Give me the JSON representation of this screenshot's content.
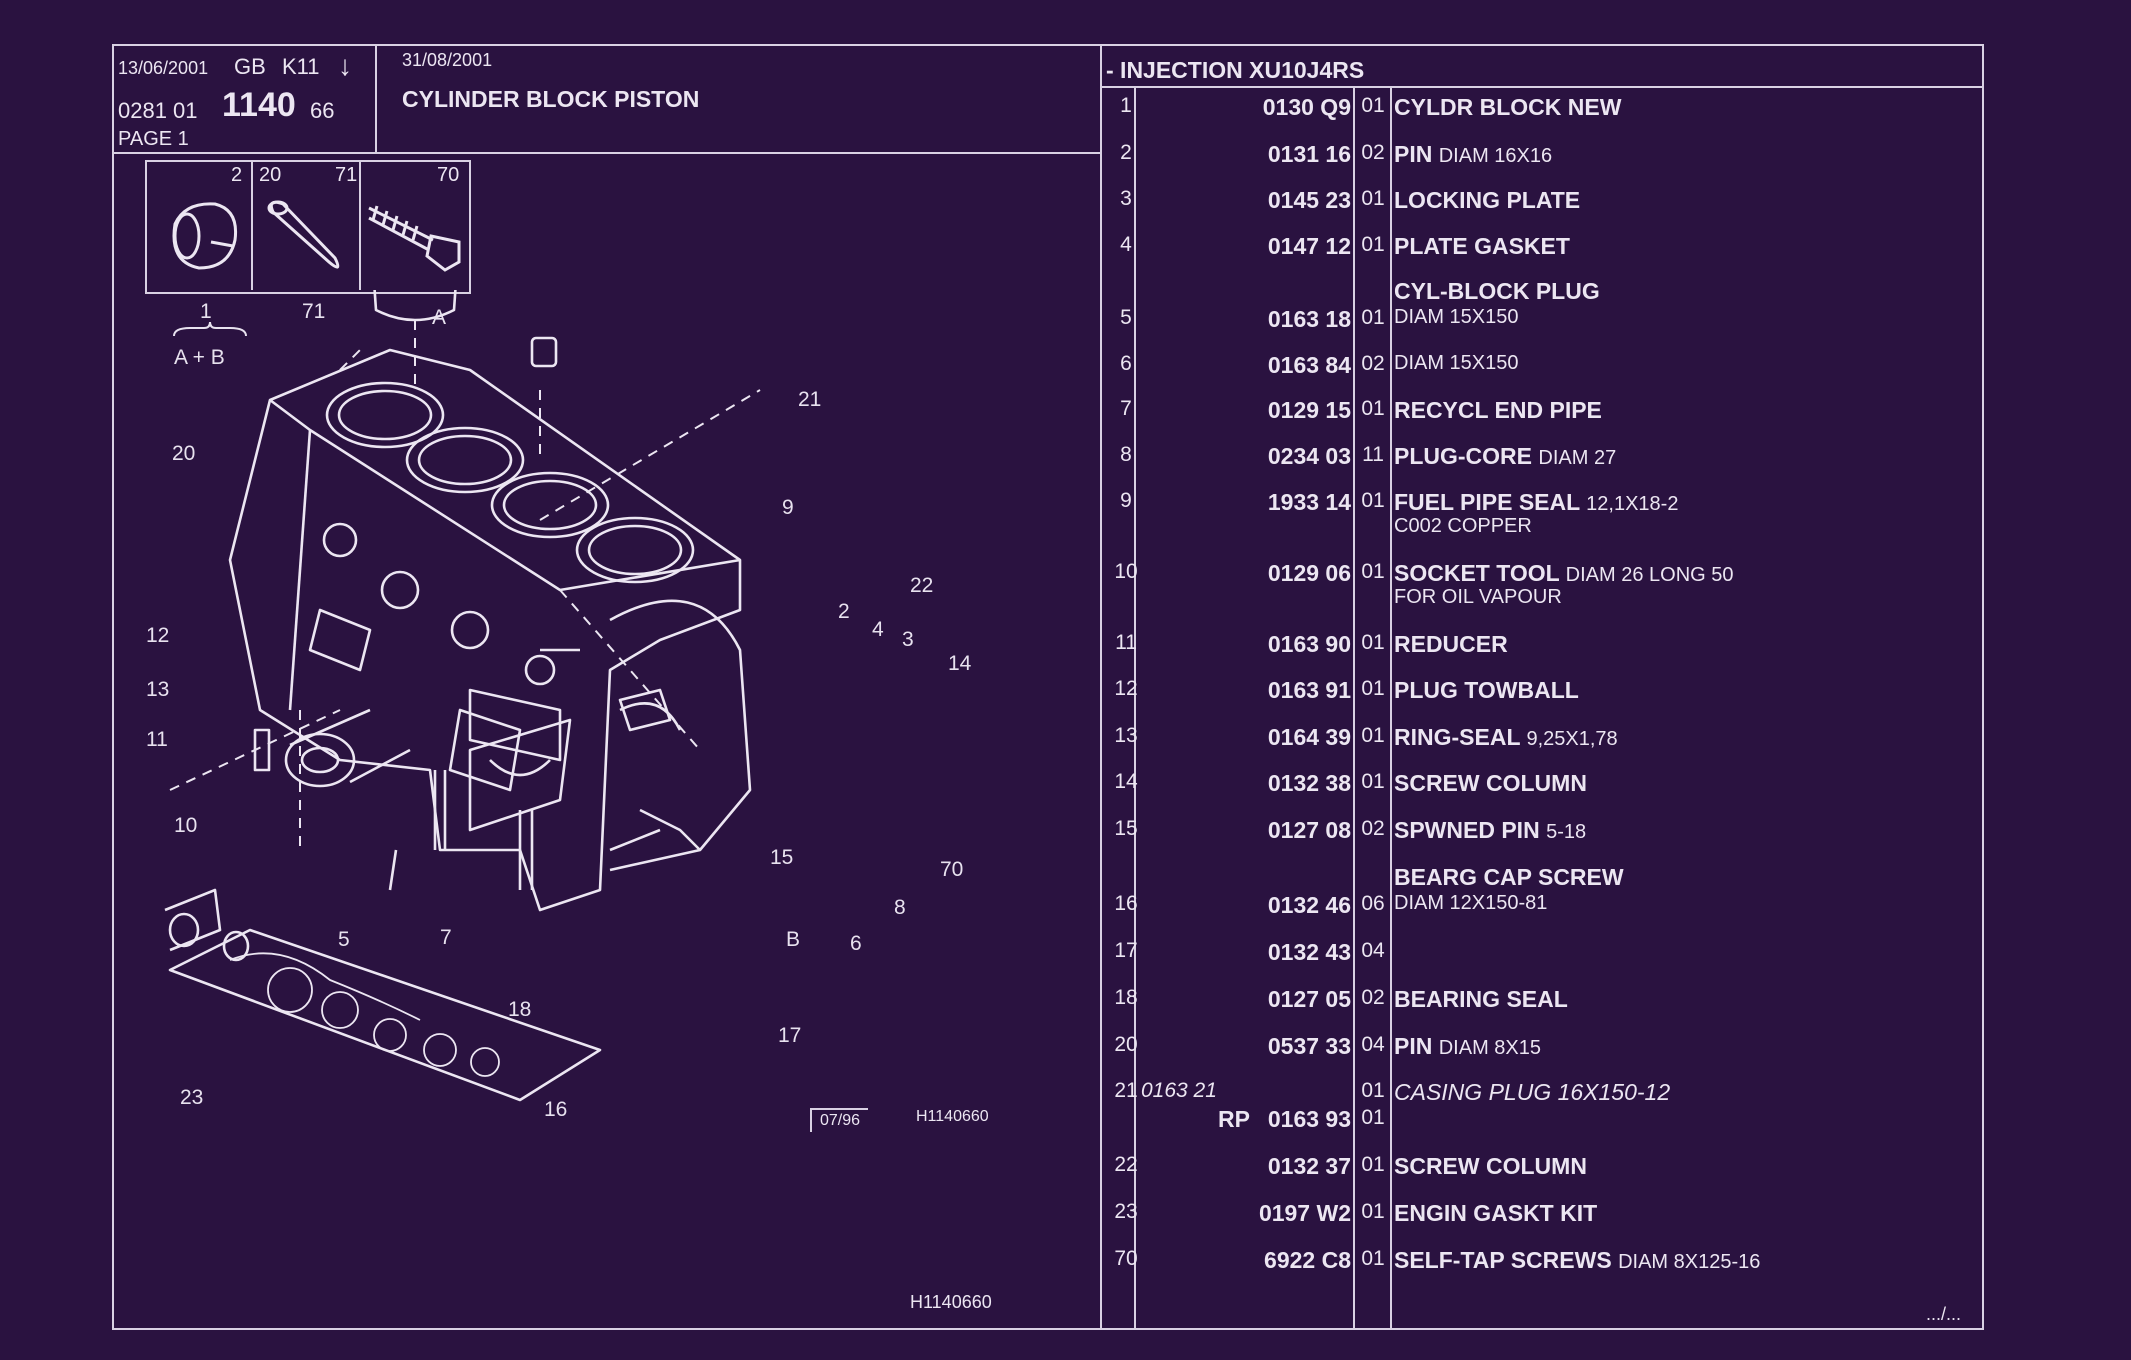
{
  "header": {
    "date_left": "13/06/2001",
    "lang": "GB",
    "code": "K11",
    "arrow": "↓",
    "ref_prefix": "0281 01",
    "ref_main": "1140",
    "ref_suffix": "66",
    "page_label": "PAGE 1",
    "date_right": "31/08/2001",
    "title": "CYLINDER BLOCK PISTON",
    "section": "- INJECTION XU10J4RS"
  },
  "thumbnails": [
    {
      "label": "2"
    },
    {
      "label": "20"
    },
    {
      "label": "71"
    },
    {
      "label": "70"
    }
  ],
  "diagram": {
    "group_no": "1",
    "group_formula": "A + B",
    "stamp_date": "07/96",
    "stamp_code": "H1140660",
    "footer_code": "H1140660",
    "callouts": [
      "71",
      "A",
      "21",
      "20",
      "9",
      "22",
      "2",
      "4",
      "3",
      "14",
      "12",
      "13",
      "11",
      "10",
      "5",
      "7",
      "15",
      "6",
      "8",
      "70",
      "B",
      "18",
      "17",
      "23",
      "16"
    ]
  },
  "parts": [
    {
      "no": "1",
      "ref": "0130 Q9",
      "qty": "01",
      "desc": "CYLDR BLOCK NEW",
      "desc_extra": "",
      "sub": ""
    },
    {
      "no": "2",
      "ref": "0131 16",
      "qty": "02",
      "desc": "PIN",
      "desc_extra": "DIAM 16X16",
      "sub": ""
    },
    {
      "no": "3",
      "ref": "0145 23",
      "qty": "01",
      "desc": "LOCKING PLATE",
      "desc_extra": "",
      "sub": ""
    },
    {
      "no": "4",
      "ref": "0147 12",
      "qty": "01",
      "desc": "PLATE GASKET",
      "desc_extra": "",
      "sub": ""
    },
    {
      "no": "5",
      "ref": "0163 18",
      "qty": "01",
      "heading": "CYL-BLOCK PLUG",
      "desc": "",
      "desc_extra": "DIAM 15X150",
      "sub": ""
    },
    {
      "no": "6",
      "ref": "0163 84",
      "qty": "02",
      "desc": "",
      "desc_extra": "DIAM 15X150",
      "sub": ""
    },
    {
      "no": "7",
      "ref": "0129 15",
      "qty": "01",
      "desc": "RECYCL END PIPE",
      "desc_extra": "",
      "sub": ""
    },
    {
      "no": "8",
      "ref": "0234 03",
      "qty": "11",
      "desc": "PLUG-CORE",
      "desc_extra": "DIAM 27",
      "sub": ""
    },
    {
      "no": "9",
      "ref": "1933 14",
      "qty": "01",
      "desc": "FUEL PIPE SEAL",
      "desc_extra": "12,1X18-2",
      "sub": "C002 COPPER"
    },
    {
      "no": "10",
      "ref": "0129 06",
      "qty": "01",
      "desc": "SOCKET TOOL",
      "desc_extra": "DIAM 26 LONG 50",
      "sub": "FOR OIL VAPOUR"
    },
    {
      "no": "11",
      "ref": "0163 90",
      "qty": "01",
      "desc": "REDUCER",
      "desc_extra": "",
      "sub": ""
    },
    {
      "no": "12",
      "ref": "0163 91",
      "qty": "01",
      "desc": "PLUG TOWBALL",
      "desc_extra": "",
      "sub": ""
    },
    {
      "no": "13",
      "ref": "0164 39",
      "qty": "01",
      "desc": "RING-SEAL",
      "desc_extra": "9,25X1,78",
      "sub": ""
    },
    {
      "no": "14",
      "ref": "0132 38",
      "qty": "01",
      "desc": "SCREW COLUMN",
      "desc_extra": "",
      "sub": ""
    },
    {
      "no": "15",
      "ref": "0127 08",
      "qty": "02",
      "desc": "SPWNED PIN",
      "desc_extra": "5-18",
      "sub": ""
    },
    {
      "no": "16",
      "ref": "0132 46",
      "qty": "06",
      "heading": "BEARG CAP SCREW",
      "desc": "",
      "desc_extra": "DIAM 12X150-81",
      "sub": ""
    },
    {
      "no": "17",
      "ref": "0132 43",
      "qty": "04",
      "desc": "",
      "desc_extra": "",
      "sub": ""
    },
    {
      "no": "18",
      "ref": "0127 05",
      "qty": "02",
      "desc": "BEARING SEAL",
      "desc_extra": "",
      "sub": ""
    },
    {
      "no": "20",
      "ref": "0537 33",
      "qty": "04",
      "desc": "PIN",
      "desc_extra": "DIAM 8X15",
      "sub": ""
    },
    {
      "no": "21",
      "alt_ref": "0163 21",
      "rp": "RP",
      "ref": "0163 93",
      "qty": "01",
      "qty_alt": "01",
      "desc": "CASING PLUG 16X150-12",
      "desc_extra": "",
      "sub": ""
    },
    {
      "no": "22",
      "ref": "0132 37",
      "qty": "01",
      "desc": "SCREW COLUMN",
      "desc_extra": "",
      "sub": ""
    },
    {
      "no": "23",
      "ref": "0197 W2",
      "qty": "01",
      "desc": "ENGIN GASKT KIT",
      "desc_extra": "",
      "sub": ""
    },
    {
      "no": "70",
      "ref": "6922 C8",
      "qty": "01",
      "desc": "SELF-TAP SCREWS",
      "desc_extra": "DIAM 8X125-16",
      "sub": ""
    }
  ],
  "footer": {
    "continued": ".../..."
  }
}
